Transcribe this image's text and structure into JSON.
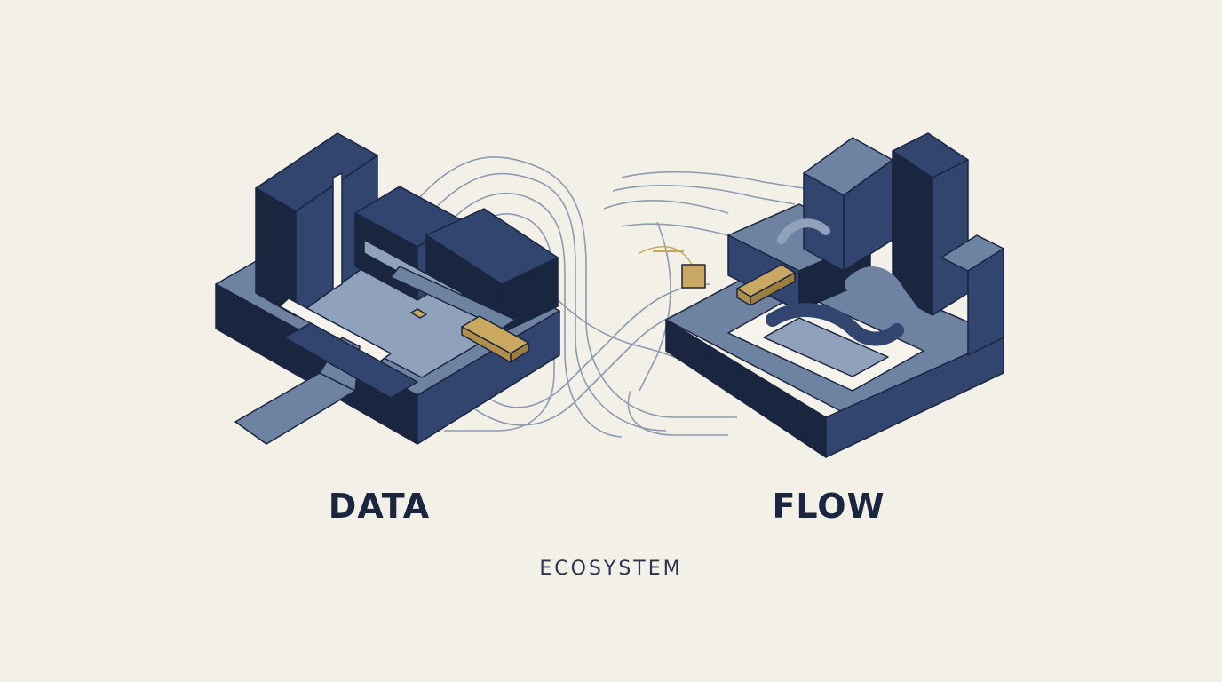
{
  "labels": {
    "left": "DATA",
    "right": "FLOW",
    "bottom": "ECOSYSTEM"
  },
  "colors": {
    "background": "#f3f0e8",
    "navy_dark": "#1a2540",
    "navy_mid": "#31456e",
    "slate": "#6e83a2",
    "slate_light": "#90a2bb",
    "gold": "#c9a862",
    "cream": "#f6f3ec",
    "wire": "#8d9ab0"
  }
}
